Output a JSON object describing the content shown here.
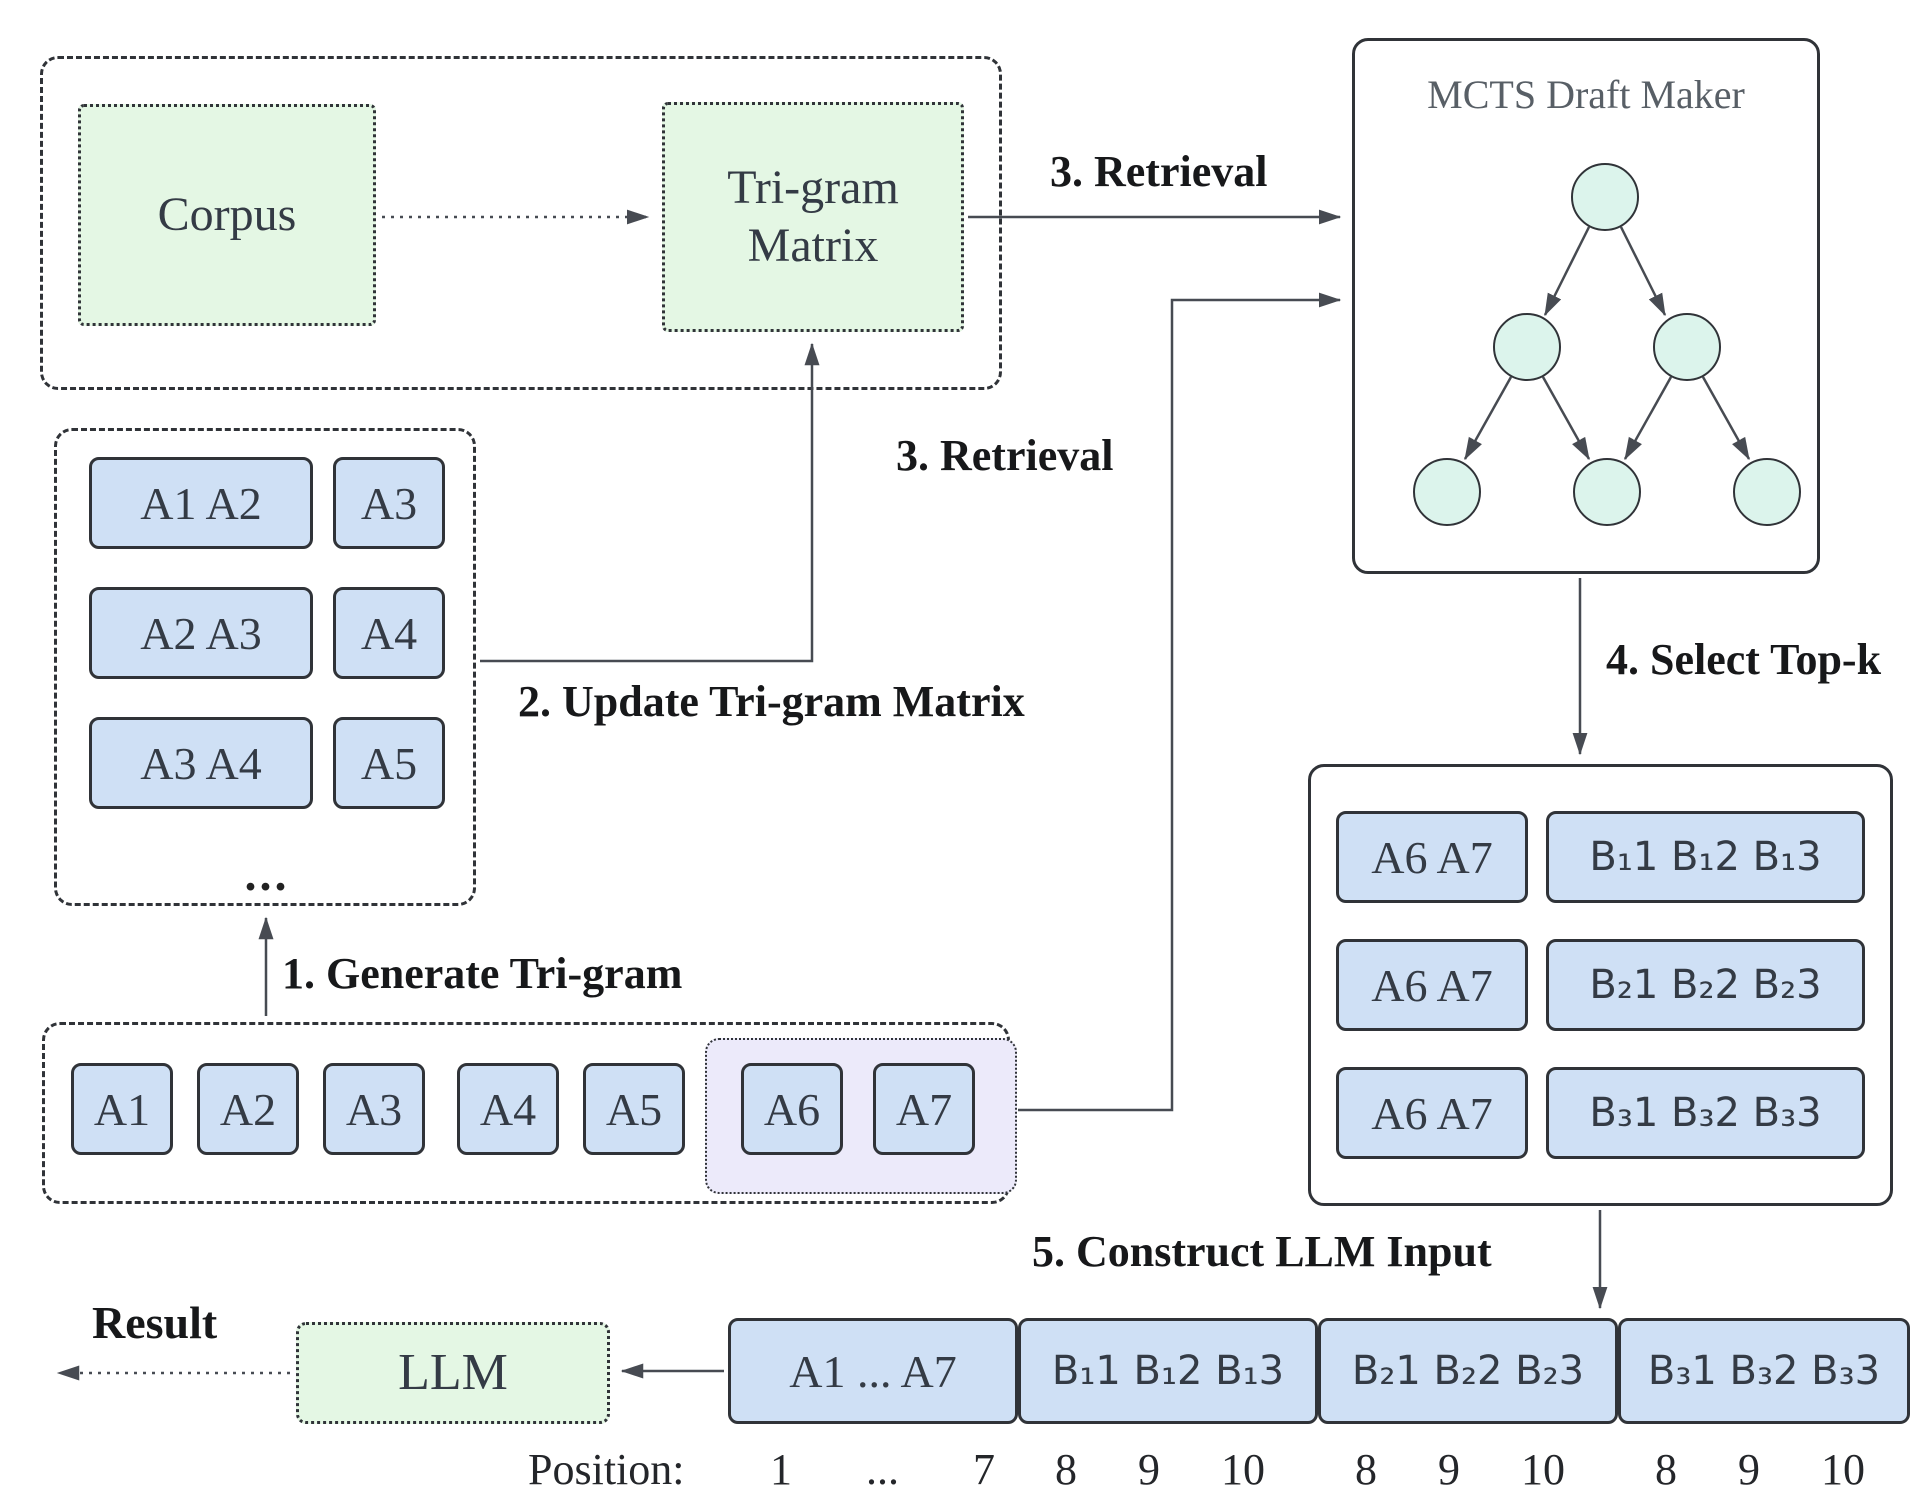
{
  "colors": {
    "green_fill": "#e4f7e4",
    "blue_fill": "#cfe0f5",
    "node_fill": "#dcf4ec",
    "lavender_fill": "#eceafa",
    "border_dark": "#303338",
    "wire": "#474b52",
    "token_text": "#343b45",
    "label_text": "#17181a",
    "mcts_title": "#585f66"
  },
  "corpus_group": {
    "corpus_label": "Corpus",
    "matrix_label": "Tri-gram Matrix"
  },
  "mcts": {
    "title": "MCTS Draft Maker"
  },
  "steps": {
    "s1": "1. Generate Tri-gram",
    "s2": "2. Update Tri-gram Matrix",
    "s3_top": "3. Retrieval",
    "s3_mid": "3. Retrieval",
    "s4": "4. Select Top-k",
    "s5": "5. Construct LLM Input"
  },
  "trigram_pairs": {
    "rows": [
      {
        "context": "A1 A2",
        "next": "A3"
      },
      {
        "context": "A2 A3",
        "next": "A4"
      },
      {
        "context": "A3 A4",
        "next": "A5"
      }
    ],
    "ellipsis": "..."
  },
  "sequence": {
    "tokens": [
      "A1",
      "A2",
      "A3",
      "A4",
      "A5",
      "A6",
      "A7"
    ]
  },
  "topk": {
    "rows": [
      {
        "prefix": "A6 A7",
        "draft": "B₁1 B₁2 B₁3"
      },
      {
        "prefix": "A6 A7",
        "draft": "B₂1 B₂2 B₂3"
      },
      {
        "prefix": "A6 A7",
        "draft": "B₃1 B₃2 B₃3"
      }
    ]
  },
  "llm_input": {
    "segments": [
      "A1 ... A7",
      "B₁1 B₁2 B₁3",
      "B₂1 B₂2 B₂3",
      "B₃1 B₃2 B₃3"
    ],
    "position_label": "Position:",
    "positions": [
      [
        "1",
        "...",
        "7"
      ],
      [
        "8",
        "9",
        "10"
      ],
      [
        "8",
        "9",
        "10"
      ],
      [
        "8",
        "9",
        "10"
      ]
    ]
  },
  "llm": {
    "label": "LLM"
  },
  "result": {
    "label": "Result"
  }
}
